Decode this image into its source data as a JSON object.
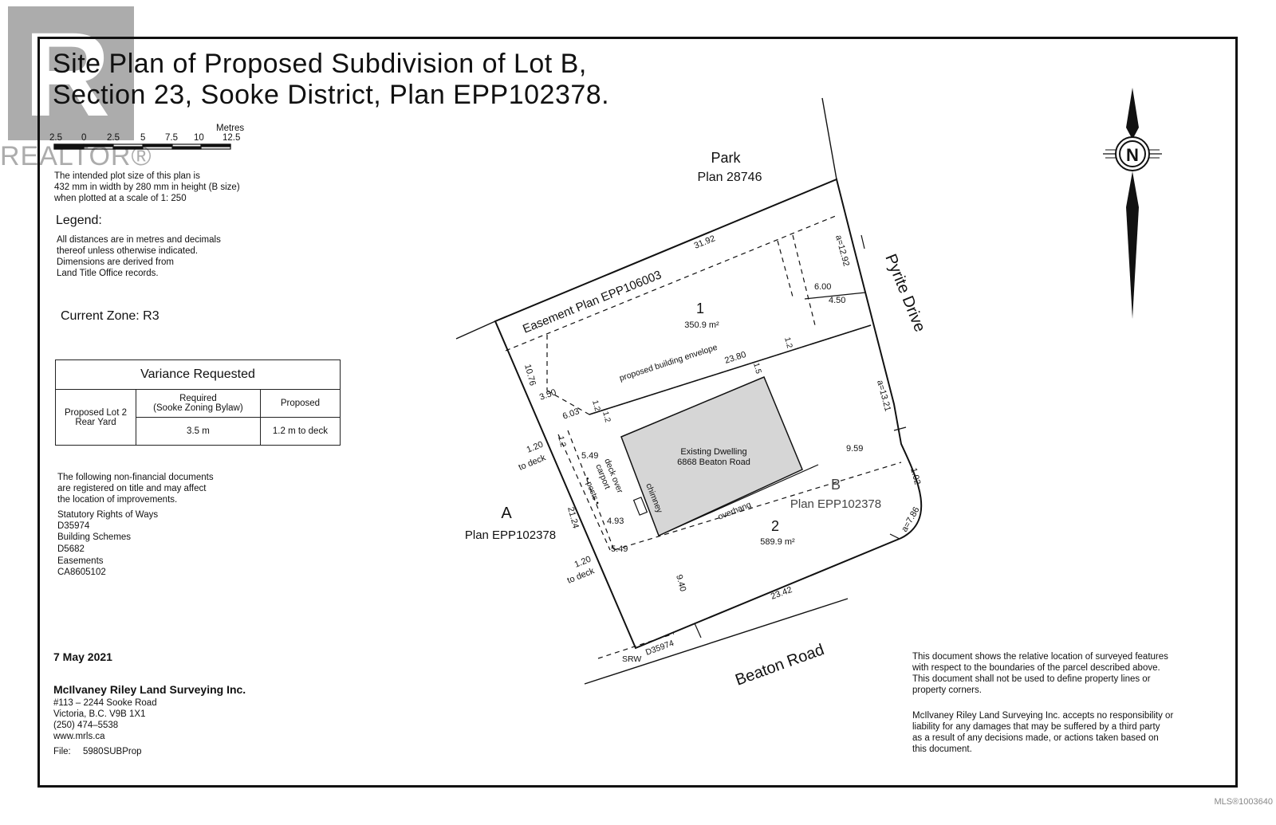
{
  "title": {
    "line1": "Site Plan of Proposed Subdivision of Lot B,",
    "line2": "Section 23, Sooke District, Plan EPP102378."
  },
  "watermark": {
    "logo_text": "REALTOR®",
    "mls": "MLS®1003640"
  },
  "scale_bar": {
    "unit": "Metres",
    "ticks": [
      "2.5",
      "0",
      "2.5",
      "5",
      "7.5",
      "10",
      "12.5"
    ]
  },
  "plot_note": [
    "The intended plot size of this plan is",
    "432 mm in width by 280 mm in height (B size)",
    "when plotted at a scale of 1: 250"
  ],
  "legend": {
    "heading": "Legend:",
    "lines": [
      "All distances are in metres and decimals",
      "thereof unless otherwise indicated.",
      "Dimensions are derived from",
      "Land Title Office records."
    ]
  },
  "zone": "Current Zone: R3",
  "variance": {
    "heading": "Variance Requested",
    "row_label_1": "Proposed Lot 2",
    "row_label_2": "Rear Yard",
    "col_required_1": "Required",
    "col_required_2": "(Sooke Zoning Bylaw)",
    "col_proposed": "Proposed",
    "required_value": "3.5 m",
    "proposed_value": "1.2 m to deck"
  },
  "documents": {
    "intro": [
      "The following non-financial documents",
      "are registered on title and may affect",
      "the location of improvements."
    ],
    "items": [
      "Statutory Rights of Ways",
      "D35974",
      "Building Schemes",
      "D5682",
      "Easements",
      "CA8605102"
    ]
  },
  "date": "7 May 2021",
  "company": {
    "name": "McIlvaney Riley Land Surveying Inc.",
    "lines": [
      "#113 – 2244 Sooke Road",
      "Victoria, B.C.   V9B 1X1",
      "(250) 474–5538",
      "www.mrls.ca"
    ],
    "file_label": "File:",
    "file_value": "5980SUBProp"
  },
  "disclaimer": {
    "para1": [
      "This document shows the relative location of surveyed features",
      "with respect to the boundaries of the parcel described above.",
      "This document shall not be used to define property lines or",
      "property corners."
    ],
    "para2": [
      "McIlvaney Riley Land Surveying Inc. accepts no responsibility or",
      "liability for any damages that may be suffered by a third party",
      "as a result of any decisions made, or actions taken based on",
      "this document."
    ]
  },
  "plan_labels": {
    "north": "N",
    "park": "Park",
    "park_plan": "Plan 28746",
    "pyrite": "Pyrite Drive",
    "beaton": "Beaton Road",
    "lot_a": "A",
    "lot_a_plan": "Plan EPP102378",
    "lot_b": "B",
    "lot_b_plan": "Plan EPP102378",
    "lot1": "1",
    "lot1_area": "350.9 m²",
    "lot2": "2",
    "lot2_area": "589.9 m²",
    "easement": "Easement Plan EPP106003",
    "envelope": "proposed building envelope",
    "dwelling_1": "Existing Dwelling",
    "dwelling_2": "6868 Beaton Road",
    "deck_1": "deck over",
    "deck_2": "carport",
    "posts": "• posts •",
    "chimney": "chimney",
    "overhang": "overhang",
    "srw": "SRW",
    "d35974": "D35974",
    "dims": {
      "d3192": "31.92",
      "a1292": "a=12.92",
      "d600": "6.00",
      "d450": "4.50",
      "d1076": "10.76",
      "d350": "3.50",
      "d603": "6.03",
      "d2380": "23.80",
      "d12a": "1.2",
      "d12b": "1.2",
      "d12c": "1.2",
      "d15": "1.5",
      "d12d": "1.2",
      "a1321": "a=13.21",
      "d120deck": "1.20",
      "todeck": "to deck",
      "d549a": "5.49",
      "d959": "9.59",
      "d102": "1.02",
      "a786": "a=7.86",
      "d2124": "21.24",
      "d493": "4.93",
      "d549b": "5.49",
      "d120deck2": "1.20",
      "todeck2": "to deck",
      "d940": "9.40",
      "d2342": "23.42"
    }
  }
}
